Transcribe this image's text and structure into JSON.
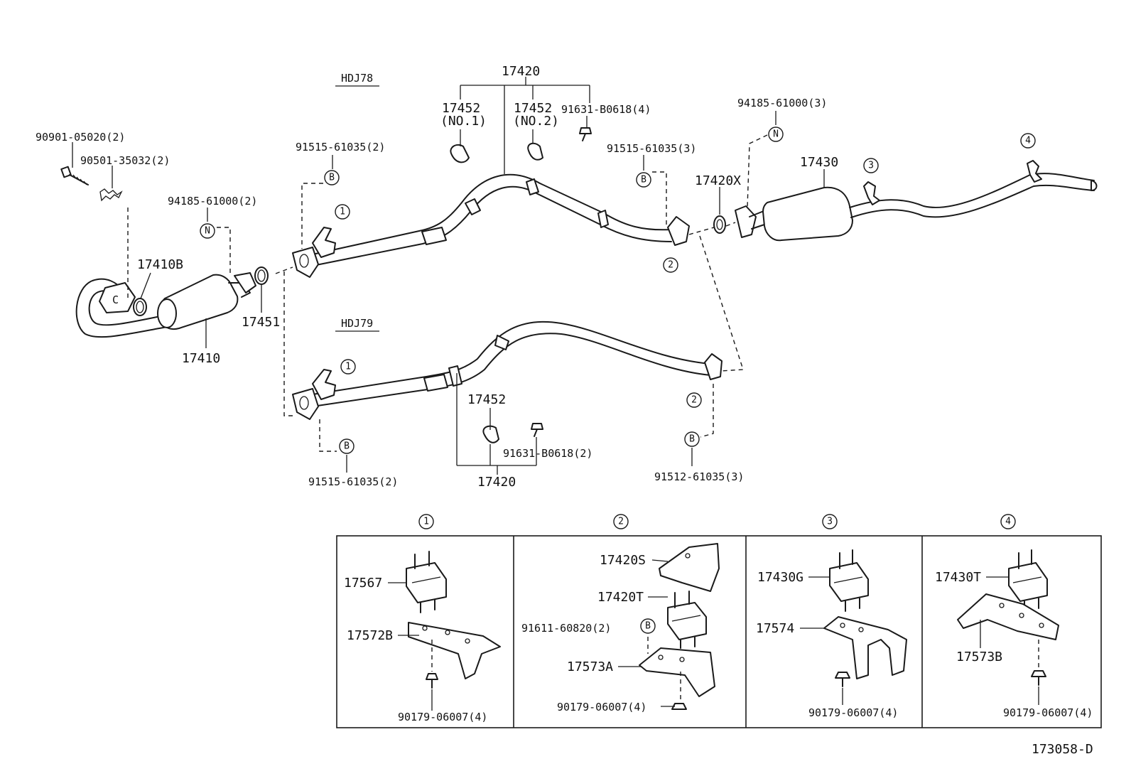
{
  "variants": {
    "top": "HDJ78",
    "bottom": "HDJ79"
  },
  "labels": {
    "p17420_top": "17420",
    "p17452_no1": "17452",
    "p17452_no1_note": "(NO.1)",
    "p17452_no2": "17452",
    "p17452_no2_note": "(NO.2)",
    "p91631_top": "91631-B0618(4)",
    "p94185_right": "94185-61000(3)",
    "p91515_a": "91515-61035(2)",
    "p91515_b": "91515-61035(3)",
    "p17420X": "17420X",
    "p17430": "17430",
    "p90901": "90901-05020(2)",
    "p90501": "90501-35032(2)",
    "p94185_left": "94185-61000(2)",
    "p17410B": "17410B",
    "p17451": "17451",
    "p17410": "17410",
    "p17452_bottom": "17452",
    "p91631_bottom": "91631-B0618(2)",
    "p91515_c": "91515-61035(2)",
    "p17420_bottom": "17420",
    "p91512": "91512-61035(3)"
  },
  "badges": {
    "one": "1",
    "two": "2",
    "three": "3",
    "four": "4",
    "b": "B",
    "n": "N"
  },
  "detail_panels": [
    {
      "number": "1",
      "parts": [
        "17567",
        "17572B",
        "90179-06007(4)"
      ]
    },
    {
      "number": "2",
      "parts": [
        "17420S",
        "17420T",
        "91611-60820(2)",
        "17573A",
        "90179-06007(4)"
      ]
    },
    {
      "number": "3",
      "parts": [
        "17430G",
        "17574",
        "90179-06007(4)"
      ]
    },
    {
      "number": "4",
      "parts": [
        "17430T",
        "17573B",
        "90179-06007(4)"
      ]
    }
  ],
  "diagram_id": "173058-D"
}
